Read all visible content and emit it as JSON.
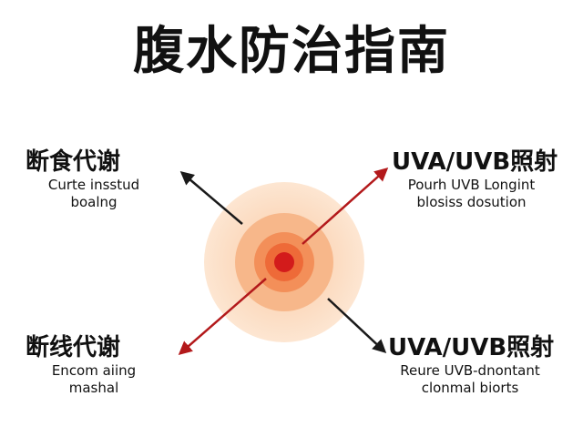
{
  "title": "腹水防治指南",
  "labels": {
    "top_left": {
      "heading": "断食代谢",
      "desc_line1": "Curte insstud",
      "desc_line2": "boalng"
    },
    "top_right": {
      "heading": "UVA/UVB照射",
      "desc_line1": "Pourh UVB Longint",
      "desc_line2": "blosiss dosution"
    },
    "bottom_left": {
      "heading": "断线代谢",
      "desc_line1": "Encom aiing",
      "desc_line2": "mashal"
    },
    "bottom_right": {
      "heading": "UVA/UVB照射",
      "desc_line1": "Reure UVB-dnontant",
      "desc_line2": "clonmal biorts"
    }
  },
  "colors": {
    "ring_outer": "#fbdcc0",
    "ring_mid": "#f8bf95",
    "ring_inner": "#f49d6a",
    "ring_core": "#f0733f",
    "center_dot": "#d31b1b",
    "arrow_dark": "#1a1a1a",
    "arrow_red": "#b3191b"
  }
}
